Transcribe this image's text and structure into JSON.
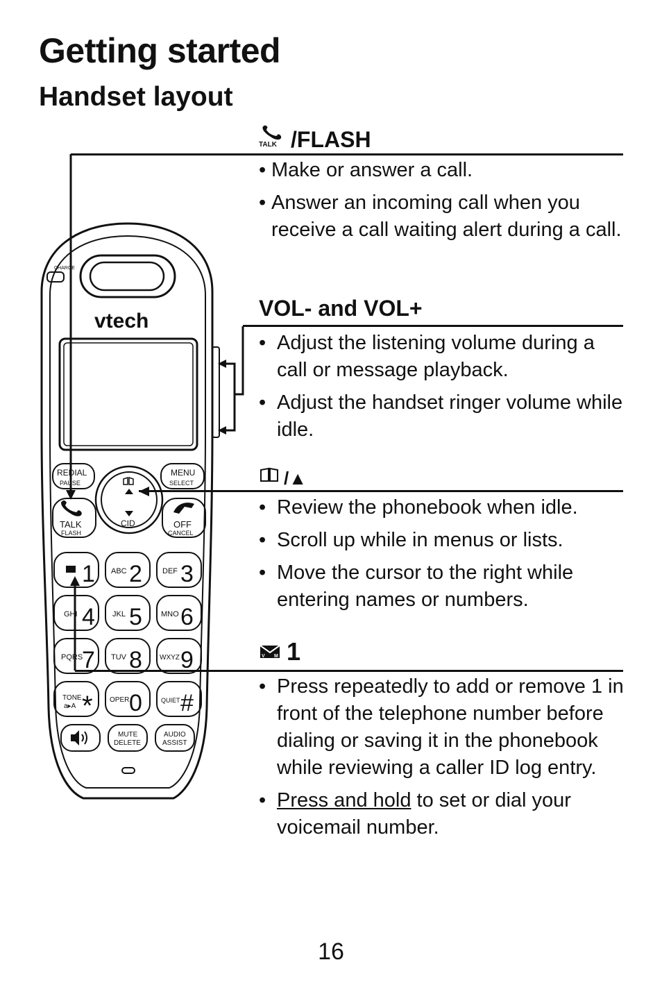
{
  "page": {
    "title": "Getting started",
    "subtitle": "Handset layout",
    "page_number": "16"
  },
  "sections": [
    {
      "id": "talk",
      "icon": "talk-phone-icon",
      "icon_text": "TALK",
      "title": "/FLASH",
      "bullets": [
        "Make or answer a call.",
        "Answer an incoming call when you receive a call waiting alert during a call."
      ]
    },
    {
      "id": "vol",
      "title": "VOL- and VOL+",
      "bullets": [
        "Adjust the listening volume during a call or message playback.",
        "Adjust the handset ringer volume while idle."
      ]
    },
    {
      "id": "book",
      "icon": "phonebook-up-icon",
      "title": "/▲",
      "bullets": [
        "Review the phonebook when idle.",
        "Scroll up while in menus or lists.",
        "Move the cursor to the right while entering names or numbers."
      ]
    },
    {
      "id": "voicemail",
      "icon": "voicemail-icon",
      "title": "1",
      "bullets": [
        "Press repeatedly to add or remove 1 in front of the telephone number before dialing or saving it in the phonebook while reviewing a caller ID log entry."
      ],
      "last_bullet_underlined": "Press and hold",
      "last_bullet_rest": " to set or dial your voicemail number."
    }
  ],
  "handset": {
    "brand": "vtech",
    "charge_label": "CHARGE",
    "keys": {
      "redial": "REDIAL",
      "pause": "PAUSE",
      "menu": "MENU",
      "select": "SELECT",
      "talk": "TALK",
      "flash": "FLASH",
      "off": "OFF",
      "cancel": "CANCEL",
      "cid": "CID",
      "k1": "1",
      "k2": "2",
      "k2sub": "ABC",
      "k3": "3",
      "k3sub": "DEF",
      "k4": "4",
      "k4sub": "GHI",
      "k5": "5",
      "k5sub": "JKL",
      "k6": "6",
      "k6sub": "MNO",
      "k7": "7",
      "k7sub": "PQRS",
      "k8": "8",
      "k8sub": "TUV",
      "k9": "9",
      "k9sub": "WXYZ",
      "star": "*",
      "tone": "TONE",
      "tone2": "a▸A",
      "k0": "0",
      "oper": "OPER",
      "hash": "#",
      "quiet": "QUIET",
      "mute": "MUTE",
      "delete": "DELETE",
      "audio": "AUDIO",
      "assist": "ASSIST"
    }
  }
}
